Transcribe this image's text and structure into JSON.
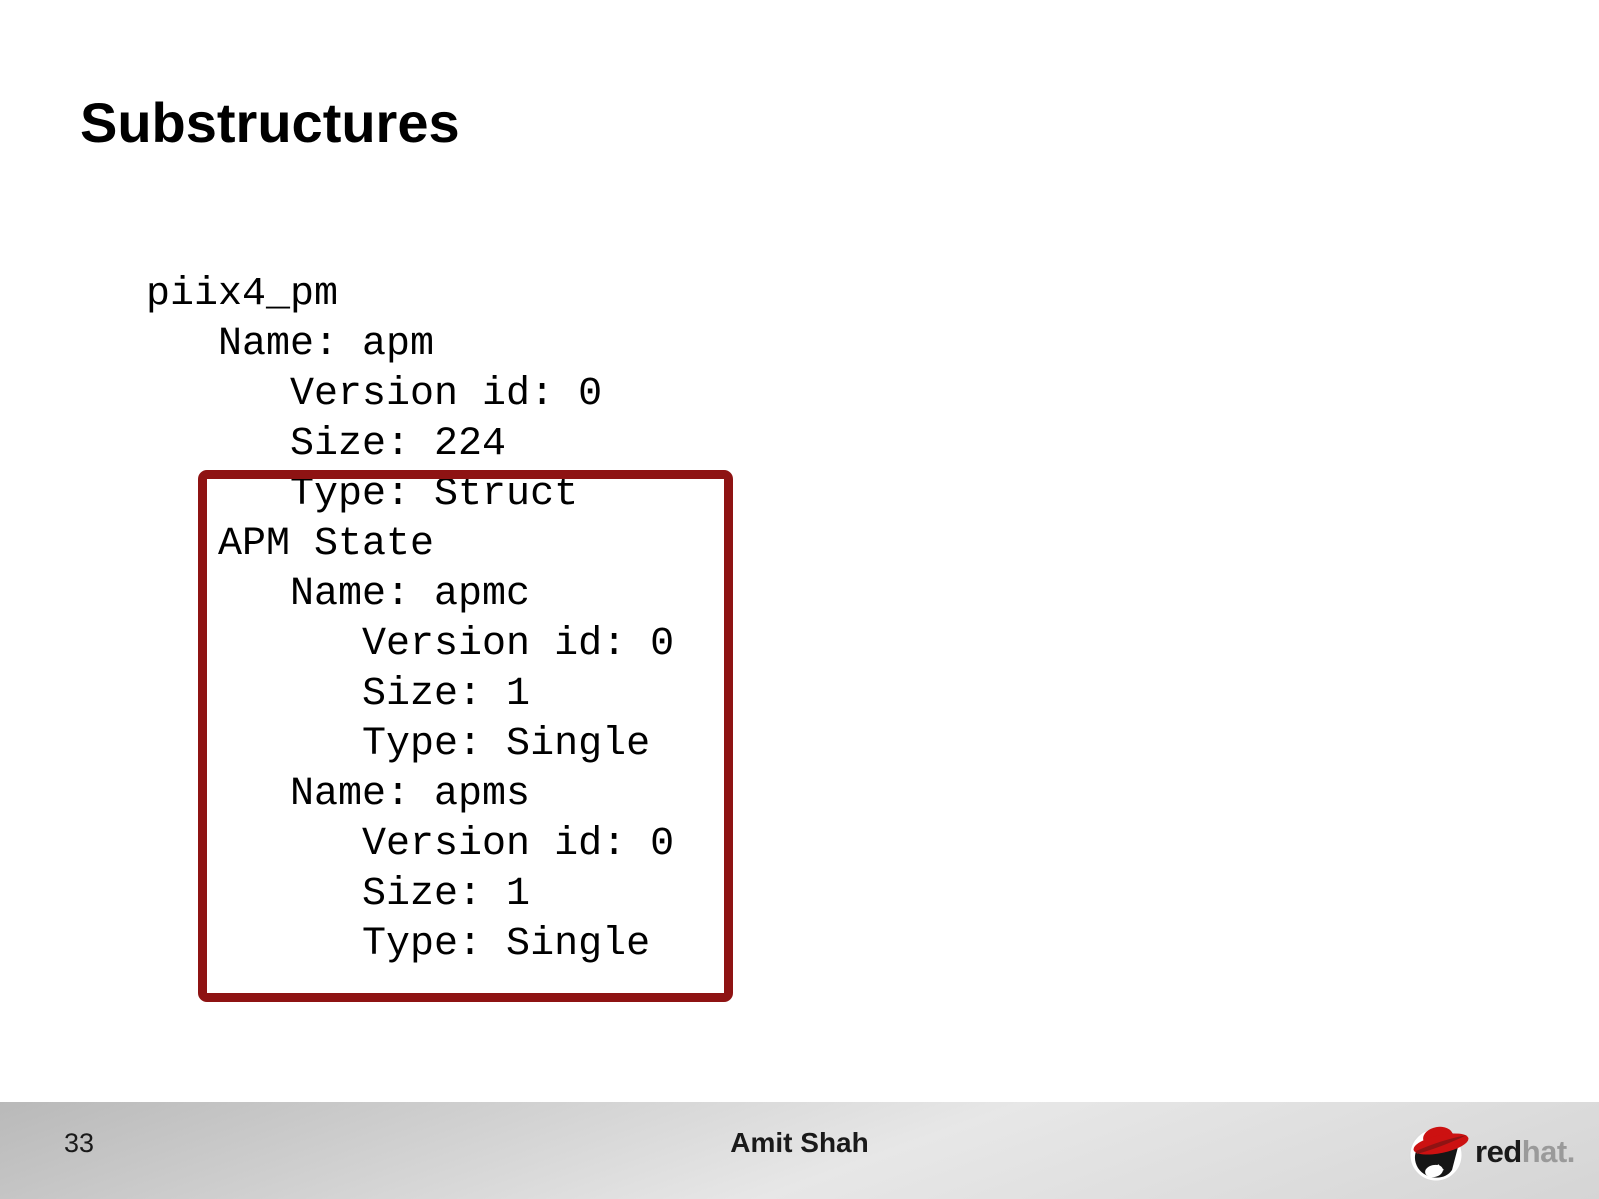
{
  "slide": {
    "title": "Substructures"
  },
  "code": {
    "indent_unit": 3,
    "lines": [
      {
        "indent": 0,
        "text": "piix4_pm",
        "in_box": false
      },
      {
        "indent": 1,
        "text": "Name: apm",
        "in_box": false
      },
      {
        "indent": 2,
        "text": "Version id: 0",
        "in_box": false
      },
      {
        "indent": 2,
        "text": "Size: 224",
        "in_box": false
      },
      {
        "indent": 2,
        "text": "Type: Struct",
        "in_box": true
      },
      {
        "indent": 1,
        "text": "APM State",
        "in_box": true
      },
      {
        "indent": 2,
        "text": "Name: apmc",
        "in_box": true
      },
      {
        "indent": 3,
        "text": "Version id: 0",
        "in_box": true
      },
      {
        "indent": 3,
        "text": "Size: 1",
        "in_box": true
      },
      {
        "indent": 3,
        "text": "Type: Single",
        "in_box": true
      },
      {
        "indent": 2,
        "text": "Name: apms",
        "in_box": true
      },
      {
        "indent": 3,
        "text": "Version id: 0",
        "in_box": true
      },
      {
        "indent": 3,
        "text": "Size: 1",
        "in_box": true
      },
      {
        "indent": 3,
        "text": "Type: Single",
        "in_box": true
      }
    ]
  },
  "footer": {
    "page_number": "33",
    "author": "Amit Shah",
    "logo": {
      "red": "red",
      "hat": "hat",
      "dot": "."
    }
  },
  "colors": {
    "highlight_box_border": "#8e1313",
    "logo_hat_red": "#cc1111",
    "logo_hat_dark_red": "#8e1313",
    "wordmark_red_text": "#1a1a1a",
    "wordmark_hat_text": "#9a9a9a",
    "footer_gradient_start": "#b9b9b9",
    "footer_gradient_end": "#d5d5d5"
  }
}
